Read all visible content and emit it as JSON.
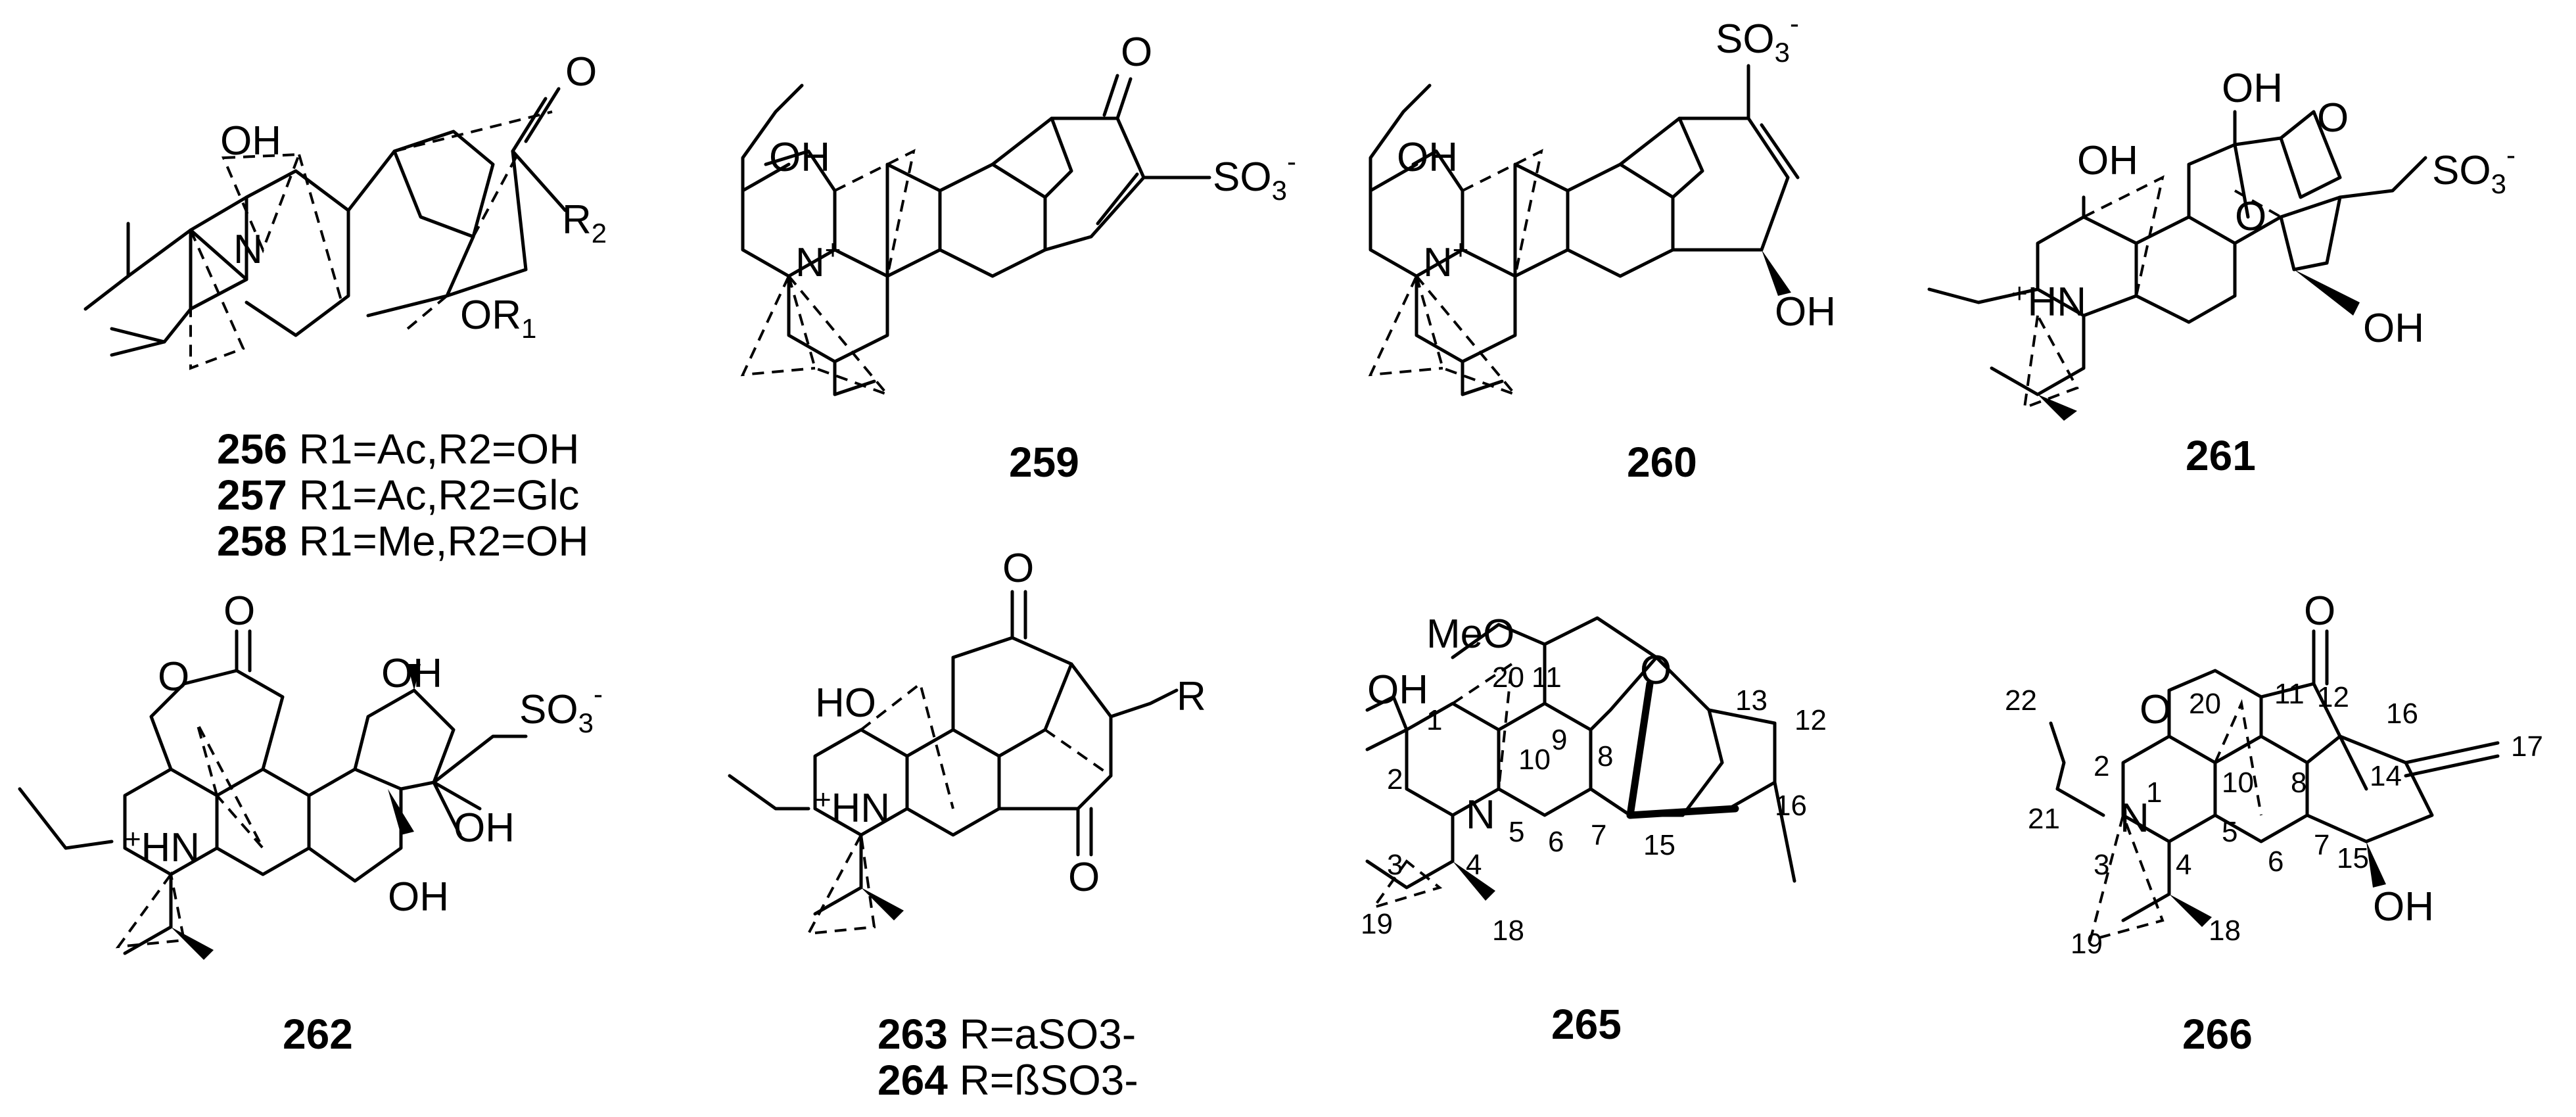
{
  "compounds": [
    {
      "id": "256",
      "detail": "R1=Ac,R2=OH"
    },
    {
      "id": "257",
      "detail": "R1=Ac,R2=Glc"
    },
    {
      "id": "258",
      "detail": "R1=Me,R2=OH"
    },
    {
      "id": "259",
      "detail": ""
    },
    {
      "id": "260",
      "detail": ""
    },
    {
      "id": "261",
      "detail": ""
    },
    {
      "id": "262",
      "detail": ""
    },
    {
      "id": "263",
      "detail": "R=aSO3-"
    },
    {
      "id": "264",
      "detail": "R=ßSO3-"
    },
    {
      "id": "265",
      "detail": ""
    },
    {
      "id": "266",
      "detail": ""
    }
  ],
  "atom_labels": {
    "oh": "OH",
    "ho": "HO",
    "o": "O",
    "n": "N",
    "hn": "HN",
    "meo": "MeO",
    "r": "R",
    "r1": "R1",
    "r2": "R2",
    "so3": "SO3-",
    "n_plus": "N+"
  },
  "locants_265": [
    "1",
    "2",
    "3",
    "4",
    "5",
    "6",
    "7",
    "8",
    "9",
    "10",
    "11",
    "12",
    "13",
    "15",
    "16",
    "18",
    "19",
    "20"
  ],
  "locants_266": [
    "1",
    "2",
    "3",
    "4",
    "5",
    "6",
    "7",
    "8",
    "10",
    "11",
    "12",
    "14",
    "15",
    "16",
    "17",
    "18",
    "19",
    "20",
    "21",
    "22"
  ]
}
